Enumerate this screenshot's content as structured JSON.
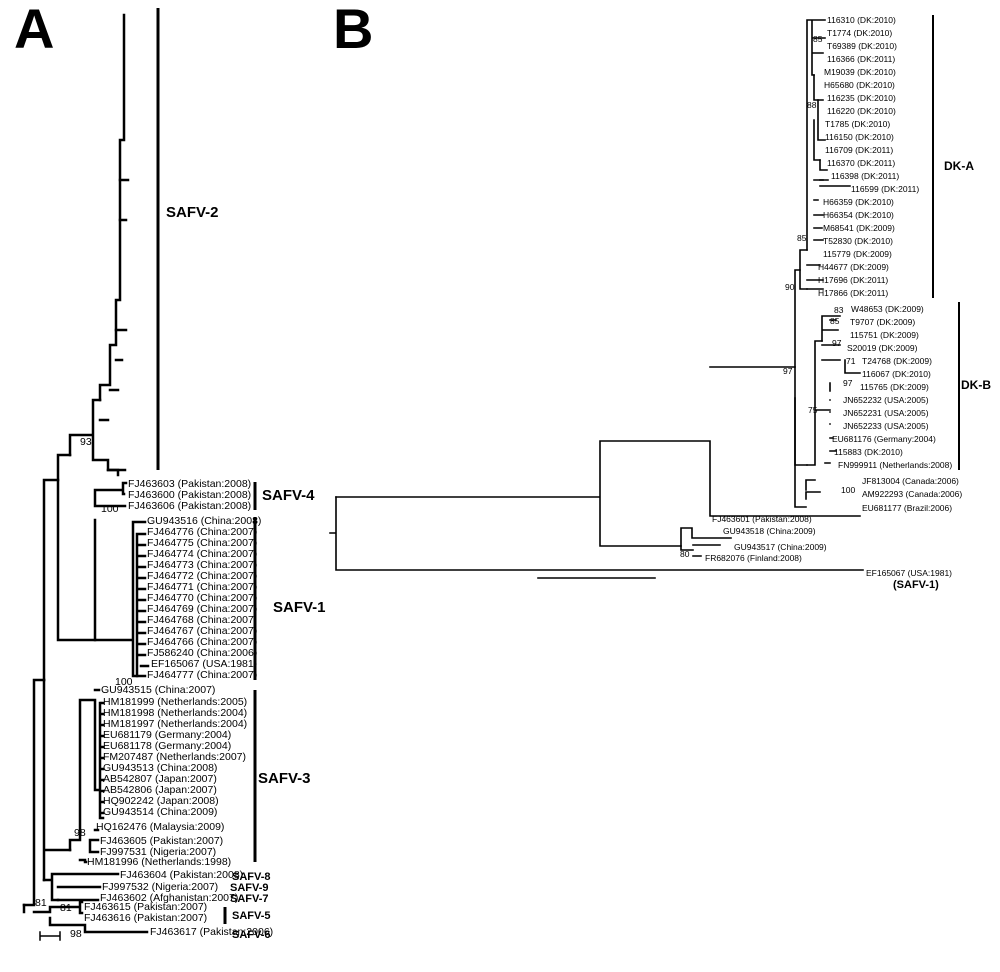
{
  "panel_a": {
    "letter": "A",
    "clades": [
      {
        "label": "SAFV-2"
      },
      {
        "label": "SAFV-4"
      },
      {
        "label": "SAFV-1"
      },
      {
        "label": "SAFV-3"
      },
      {
        "label": "SAFV-8"
      },
      {
        "label": "SAFV-9"
      },
      {
        "label": "SAFV-7"
      },
      {
        "label": "SAFV-5"
      },
      {
        "label": "SAFV-6"
      }
    ],
    "leaves": [
      "FJ463603 (Pakistan:2008)",
      "FJ463600 (Pakistan:2008)",
      "FJ463606 (Pakistan:2008)",
      "GU943516 (China:2008)",
      "FJ464776 (China:2007)",
      "FJ464775 (China:2007)",
      "FJ464774 (China:2007)",
      "FJ464773 (China:2007)",
      "FJ464772 (China:2007)",
      "FJ464771 (China:2007)",
      "FJ464770 (China:2007)",
      "FJ464769 (China:2007)",
      "FJ464768 (China:2007",
      "FJ464767 (China:2007)",
      "FJ464766 (China:2007)",
      "FJ586240 (China:2006)",
      "EF165067 (USA:1981)",
      "FJ464777 (China:2007)",
      "GU943515 (China:2007)",
      "HM181999 (Netherlands:2005)",
      "HM181998 (Netherlands:2004)",
      "HM181997 (Netherlands:2004)",
      "EU681179 (Germany:2004)",
      "EU681178 (Germany:2004)",
      "FM207487 (Netherlands:2007)",
      "GU943513 (China:2008)",
      "AB542807 (Japan:2007)",
      "AB542806 (Japan:2007)",
      "HQ902242 (Japan:2008)",
      "GU943514 (China:2009)",
      "HQ162476 (Malaysia:2009)",
      "FJ463605 (Pakistan:2007)",
      "FJ997531 (Nigeria:2007)",
      "HM181996 (Netherlands:1998)",
      "FJ463604 (Pakistan:2008)",
      "FJ997532 (Nigeria:2007)",
      "FJ463602 (Afghanistan:2007)",
      "FJ463615 (Pakistan:2007)",
      "FJ463616 (Pakistan:2007)",
      "FJ463617 (Pakistan:2006)"
    ],
    "bootstrap": [
      "93",
      "100",
      "100",
      "98",
      "81",
      "81",
      "98"
    ]
  },
  "panel_b": {
    "letter": "B",
    "clades": [
      {
        "label": "DK-A"
      },
      {
        "label": "DK-B"
      },
      {
        "label": "(SAFV-1)"
      }
    ],
    "leaves": [
      "116310 (DK:2010)",
      "T1774 (DK:2010)",
      "T69389 (DK:2010)",
      "116366 (DK:2011)",
      "M19039 (DK:2010)",
      "H65680 (DK:2010)",
      "116235 (DK:2010)",
      "116220 (DK:2010)",
      "T1785 (DK:2010)",
      "116150 (DK:2010)",
      "116709 (DK:2011)",
      "116370 (DK:2011)",
      "116398 (DK:2011)",
      "116599 (DK:2011)",
      "H66359 (DK:2010)",
      "H66354 (DK:2010)",
      "M68541 (DK:2009)",
      "T52830 (DK:2010)",
      "115779 (DK:2009)",
      "H44677 (DK:2009)",
      "H17696 (DK:2011)",
      "H17866 (DK:2011)",
      "W48653 (DK:2009)",
      "T9707 (DK:2009)",
      "115751 (DK:2009)",
      "S20019 (DK:2009)",
      "T24768 (DK:2009)",
      "116067 (DK:2010)",
      "115765 (DK:2009)",
      "JN652232 (USA:2005)",
      "JN652231 (USA:2005)",
      "JN652233 (USA:2005)",
      "EU681176 (Germany:2004)",
      "115883 (DK:2010)",
      "FN999911 (Netherlands:2008)",
      "JF813004 (Canada:2006)",
      "AM922293 (Canada:2006)",
      "EU681177 (Brazil:2006)",
      "FJ463601 (Pakistan:2008)",
      "GU943518 (China:2009)",
      "GU943517 (China:2009)",
      "FR682076 (Finland:2008)",
      "EF165067 (USA:1981)"
    ],
    "bootstrap": [
      "85",
      "88",
      "85",
      "90",
      "83",
      "85",
      "97",
      "71",
      "97",
      "97",
      "75",
      "100",
      "80"
    ]
  }
}
